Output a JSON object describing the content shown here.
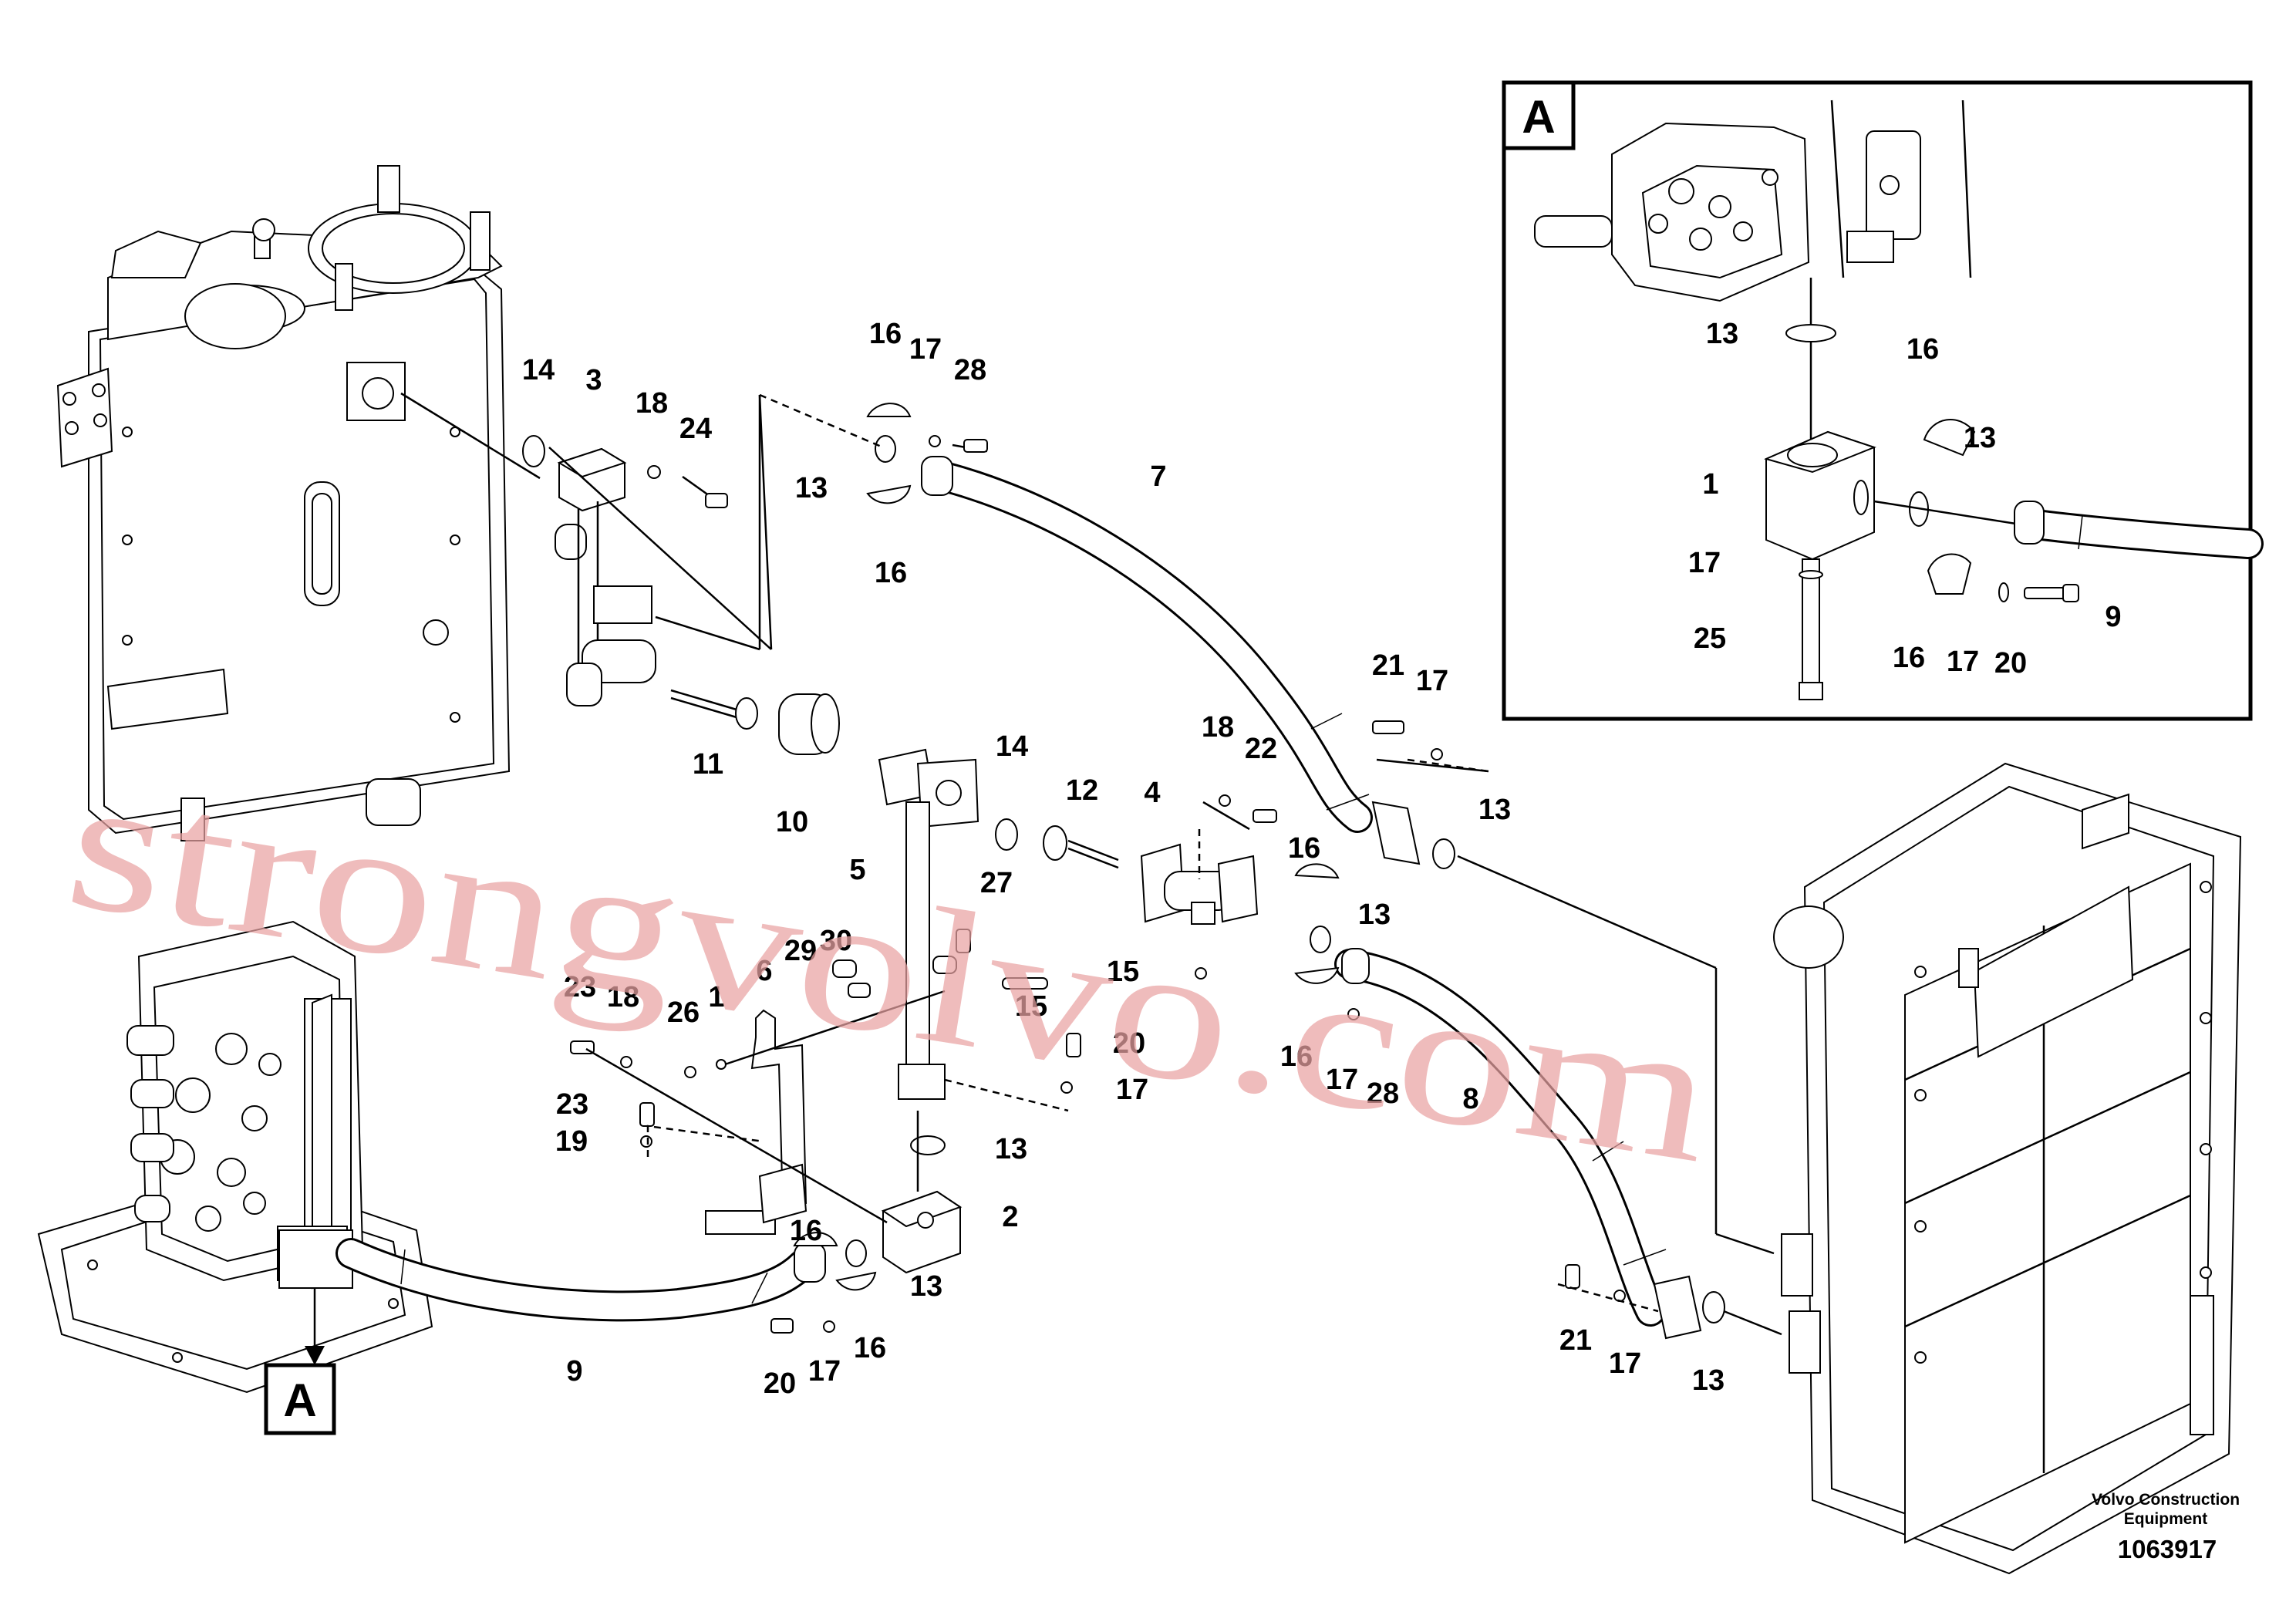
{
  "inset_marker": "A",
  "callout_marker": "A",
  "inset_labels": [
    "13",
    "16",
    "13",
    "1",
    "17",
    "25",
    "16",
    "17",
    "20",
    "9"
  ],
  "main_labels": [
    "14",
    "3",
    "18",
    "24",
    "16",
    "17",
    "28",
    "13",
    "16",
    "7",
    "21",
    "17",
    "11",
    "10",
    "14",
    "12",
    "4",
    "18",
    "22",
    "13",
    "5",
    "27",
    "29",
    "30",
    "16",
    "13",
    "15",
    "6",
    "15",
    "23",
    "18",
    "26",
    "1",
    "20",
    "17",
    "16",
    "17",
    "28",
    "8",
    "23",
    "19",
    "13",
    "2",
    "16",
    "13",
    "9",
    "20",
    "17",
    "16",
    "21",
    "17",
    "13"
  ],
  "watermark": "strongvolvo.com",
  "footer": {
    "brand_line1": "Volvo Construction",
    "brand_line2": "Equipment",
    "doc_number": "1063917"
  }
}
